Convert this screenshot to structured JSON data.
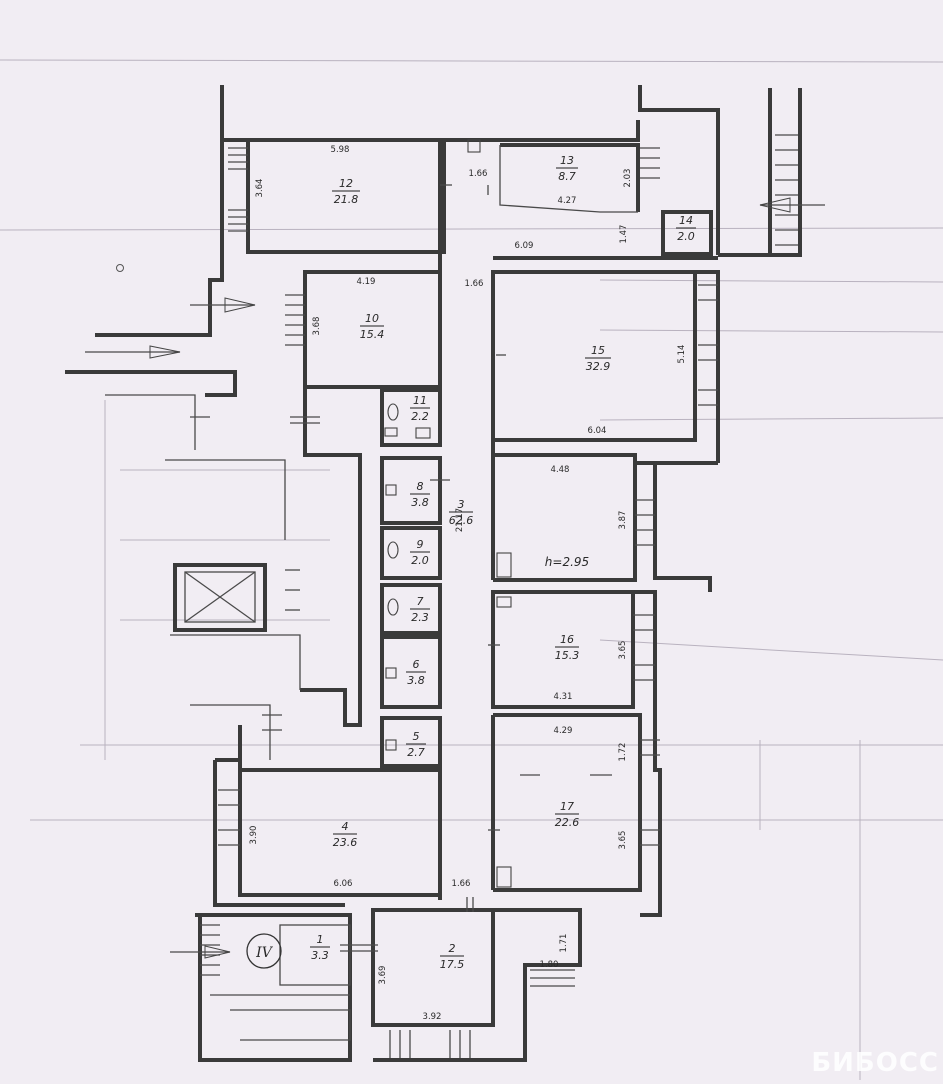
{
  "rooms": [
    {
      "id": "r12",
      "number": "12",
      "area": "21.8"
    },
    {
      "id": "r13",
      "number": "13",
      "area": "8.7"
    },
    {
      "id": "r14",
      "number": "14",
      "area": "2.0"
    },
    {
      "id": "r10",
      "number": "10",
      "area": "15.4"
    },
    {
      "id": "r15",
      "number": "15",
      "area": "32.9"
    },
    {
      "id": "r11",
      "number": "11",
      "area": "2.2"
    },
    {
      "id": "r8",
      "number": "8",
      "area": "3.8"
    },
    {
      "id": "r3",
      "number": "3",
      "area": "62.6"
    },
    {
      "id": "r9",
      "number": "9",
      "area": "2.0"
    },
    {
      "id": "r7",
      "number": "7",
      "area": "2.3"
    },
    {
      "id": "r16",
      "number": "16",
      "area": "15.3"
    },
    {
      "id": "r6",
      "number": "6",
      "area": "3.8"
    },
    {
      "id": "r5",
      "number": "5",
      "area": "2.7"
    },
    {
      "id": "r17",
      "number": "17",
      "area": "22.6"
    },
    {
      "id": "r4",
      "number": "4",
      "area": "23.6"
    },
    {
      "id": "r1",
      "number": "1",
      "area": "3.3"
    },
    {
      "id": "r2",
      "number": "2",
      "area": "17.5"
    }
  ],
  "dimensions": [
    "5.98",
    "3.64",
    "1.66",
    "2.03",
    "4.27",
    "1.47",
    "6.09",
    "4.19",
    "1.66",
    "3.68",
    "5.14",
    "6.04",
    "4.48",
    "3.87",
    "21.17",
    "3.65",
    "4.31",
    "4.29",
    "1.72",
    "3.65",
    "3.90",
    "6.06",
    "1.66",
    "1.71",
    "1.80",
    "3.69",
    "3.92"
  ],
  "ceiling_height": "h=2.95",
  "entrance_mark": "IV",
  "watermark": "БИБОСС"
}
